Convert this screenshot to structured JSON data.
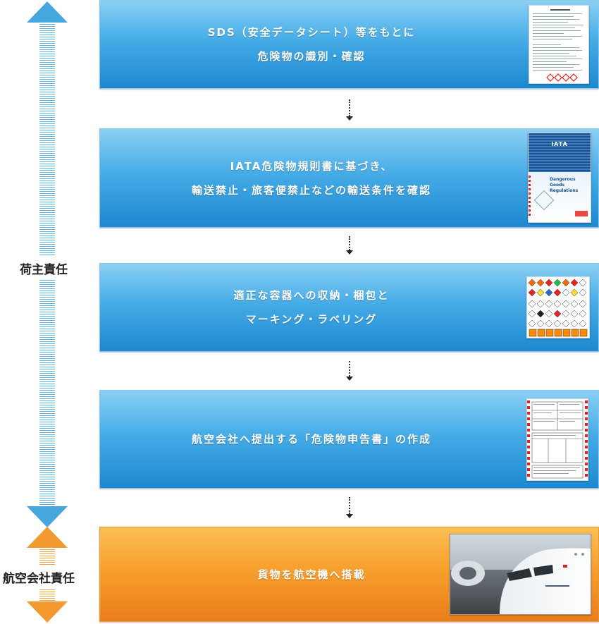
{
  "shipper_label": "荷主責任",
  "airline_label": "航空会社責任",
  "steps": [
    {
      "line1": "SDS（安全データシート）等をもとに",
      "line2": "危険物の識別・確認",
      "image": "sds-document-icon"
    },
    {
      "line1": "IATA危険物規則書に基づき、",
      "line2": "輸送禁止・旅客便禁止などの輸送条件を確認",
      "image": "dgr-book-icon",
      "book_brand": "IATA",
      "book_title": "Dangerous Goods Regulations"
    },
    {
      "line1": "適正な容器への収納・梱包と",
      "line2": "マーキング・ラベリング",
      "image": "hazard-labels-icon"
    },
    {
      "line1": "航空会社へ提出する「危険物申告書」の作成",
      "line2": "",
      "image": "declaration-form-icon"
    },
    {
      "line1": "貨物を航空機へ搭載",
      "line2": "",
      "image": "airplane-photo-icon"
    }
  ],
  "colors": {
    "blue_top": "#8ad0f4",
    "blue_bottom": "#1d88cf",
    "orange_top": "#fbbf55",
    "orange_bottom": "#ea7d1c",
    "shipper_axis": "#5ab2e2",
    "airline_axis": "#f3a13c"
  }
}
